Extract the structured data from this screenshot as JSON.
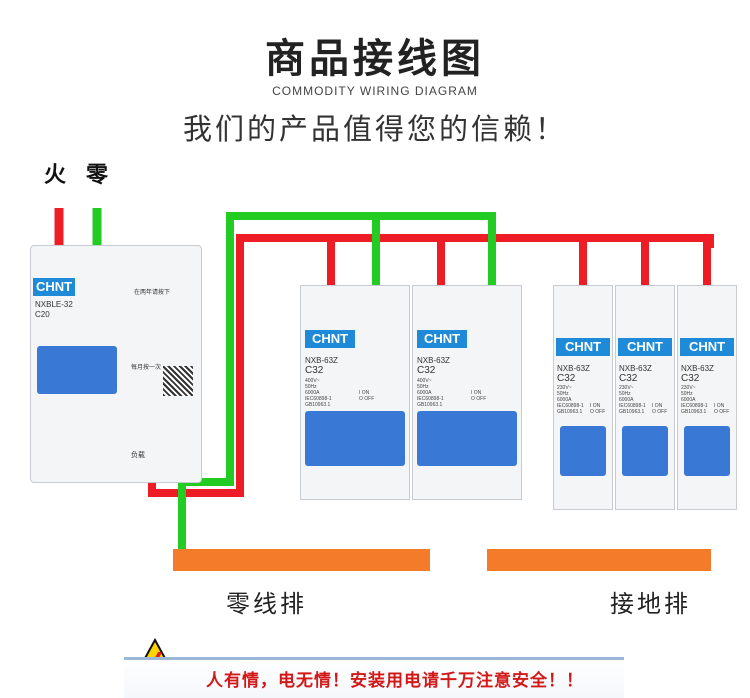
{
  "header": {
    "title": "商品接线图",
    "subtitle": "COMMODITY WIRING DIAGRAM",
    "slogan": "我们的产品值得您的信赖！"
  },
  "labels": {
    "live": "火",
    "neutral": "零",
    "neutral_bar": "零线排",
    "ground_bar": "接地排"
  },
  "breakers": {
    "brand": "CHNT",
    "rcbo": {
      "model": "NXBLE-32",
      "rating": "C20",
      "notice": "在两年请按下",
      "label_side": "每月按一次",
      "load": "负载"
    },
    "two_pole": {
      "model": "NXB-63Z",
      "rating": "C32",
      "specs": [
        "400V~",
        "50Hz",
        "6000A",
        "IEC60898-1",
        "GB10963.1"
      ],
      "on_off": [
        "I ON",
        "O OFF"
      ]
    },
    "one_pole": {
      "model": "NXB-63Z",
      "rating": "C32",
      "specs": [
        "230V~",
        "50Hz",
        "6000A",
        "IEC60898-1",
        "GB10963.1"
      ],
      "on_off": [
        "I ON",
        "O OFF"
      ]
    }
  },
  "warning": {
    "text": "人有情，电无情！安装用电请千万注意安全！！"
  },
  "colors": {
    "live_wire": "#ee1c24",
    "neutral_wire": "#22cc22",
    "bar": "#f37b2a",
    "brand": "#1f8ad8",
    "handle": "#3a78d6",
    "warning_text": "#d21818"
  }
}
